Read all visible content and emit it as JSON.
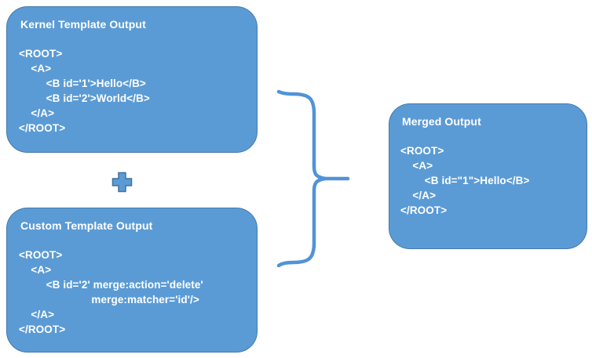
{
  "colors": {
    "shape_fill": "#5b9bd5",
    "shape_border": "#41719c",
    "text": "#ffffff",
    "background": "#ffffff"
  },
  "icons": {
    "plus": "plus-icon",
    "brace": "right-curly-brace-icon"
  },
  "boxes": {
    "kernel": {
      "title": "Kernel Template Output",
      "lines": [
        "<ROOT>",
        "    <A>",
        "         <B id='1'>Hello</B>",
        "         <B id='2'>World</B>",
        "    </A>",
        "</ROOT>"
      ]
    },
    "custom": {
      "title": "Custom Template Output",
      "lines": [
        "<ROOT>",
        "    <A>",
        "         <B id='2' merge:action='delete'",
        "                        merge:matcher='id'/>",
        "    </A>",
        "</ROOT>"
      ]
    },
    "merged": {
      "title": "Merged Output",
      "lines": [
        "<ROOT>",
        "    <A>",
        "        <B id=\"1\">Hello</B>",
        "    </A>",
        "</ROOT>"
      ]
    }
  }
}
